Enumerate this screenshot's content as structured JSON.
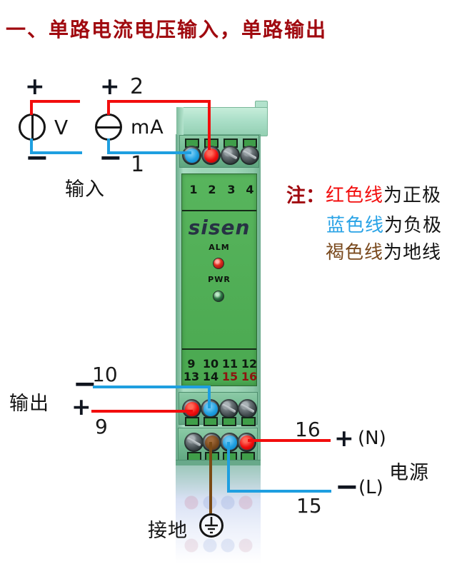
{
  "title": "一、单路电流电压输入，单路输出",
  "input": {
    "label": "输入",
    "voltage_source": "V",
    "current_source": "mA",
    "v_plus": "+",
    "v_minus": "−",
    "i_plus": "+",
    "i_minus": "−",
    "wire_top_terminal": "2",
    "wire_bottom_terminal": "1"
  },
  "module": {
    "brand": "sisen",
    "alarm_led_label": "ALM",
    "power_led_label": "PWR",
    "top_terminals": [
      "1",
      "2",
      "3",
      "4"
    ],
    "bottom_terminals_row1": [
      "9",
      "10",
      "11",
      "12"
    ],
    "bottom_terminals_row2": [
      "13",
      "14",
      "15",
      "16"
    ]
  },
  "note": {
    "prefix": "注：",
    "line1": {
      "colored": "红色线",
      "rest": "为正极"
    },
    "line2": {
      "colored": "蓝色线",
      "rest": "为负极"
    },
    "line3": {
      "colored": "褐色线",
      "rest": "为地线"
    }
  },
  "output": {
    "label": "输出",
    "minus_sign": "−",
    "minus_terminal": "10",
    "plus_sign": "+",
    "plus_terminal": "9"
  },
  "power": {
    "label": "电源",
    "plus_terminal": "16",
    "plus_sign": "+",
    "plus_wire": "(N)",
    "minus_sign": "−",
    "minus_wire": "(L)",
    "minus_terminal": "15"
  },
  "ground": {
    "label": "接地"
  },
  "colors": {
    "title_red": "#a0090f",
    "wire_red": "#f20d0d",
    "wire_blue": "#1e9fe0",
    "wire_brown": "#7a4a15",
    "note_red": "#f20d0d",
    "note_blue": "#29a3e6",
    "note_brown": "#7a4a1e",
    "module_body_green": "#9dd5b7",
    "panel_green": "#4fae55",
    "terminal_number_dark_red": "#8c1510"
  }
}
